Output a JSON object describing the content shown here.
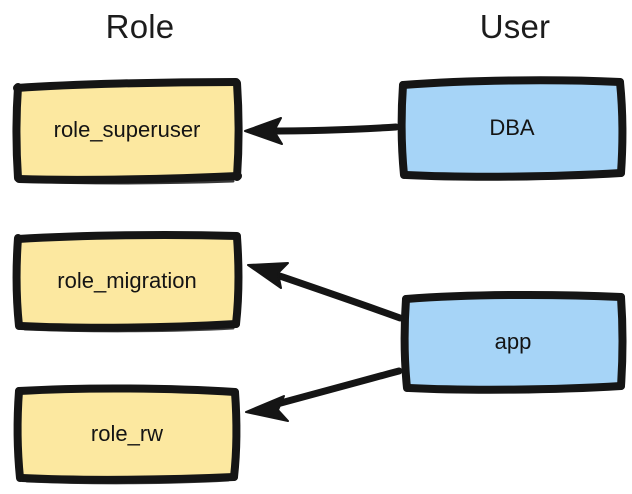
{
  "diagram": {
    "columns": [
      {
        "id": "role",
        "title": "Role"
      },
      {
        "id": "user",
        "title": "User"
      }
    ],
    "roles": [
      {
        "id": "role_superuser",
        "label": "role_superuser"
      },
      {
        "id": "role_migration",
        "label": "role_migration"
      },
      {
        "id": "role_rw",
        "label": "role_rw"
      }
    ],
    "users": [
      {
        "id": "dba",
        "label": "DBA"
      },
      {
        "id": "app",
        "label": "app"
      }
    ],
    "edges": [
      {
        "from": "dba",
        "to": "role_superuser"
      },
      {
        "from": "app",
        "to": "role_migration"
      },
      {
        "from": "app",
        "to": "role_rw"
      }
    ],
    "colors": {
      "role_fill": "#fce8a0",
      "user_fill": "#a6d4f7",
      "stroke": "#151515",
      "text": "#141414",
      "title": "#1c1c1c",
      "background": "#ffffff"
    }
  }
}
